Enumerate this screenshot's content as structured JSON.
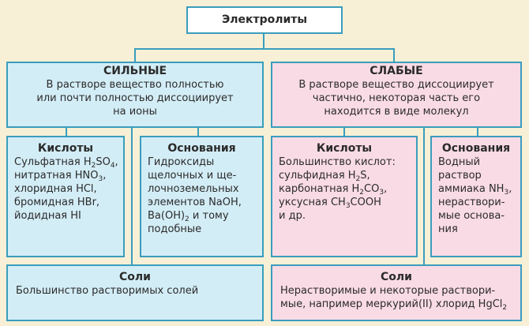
{
  "root": {
    "title": "Электролиты"
  },
  "strong": {
    "title": "СИЛЬНЫЕ",
    "desc": [
      "В растворе вещество полностью",
      "или почти полностью диссоциирует",
      "на ионы"
    ],
    "acids": {
      "title": "Кислоты",
      "lines": [
        [
          [
            "Сульфатная H"
          ],
          [
            "2",
            "sub"
          ],
          [
            "SO"
          ],
          [
            "4",
            "sub"
          ],
          [
            ","
          ]
        ],
        [
          [
            "нитратная HNO"
          ],
          [
            "3",
            "sub"
          ],
          [
            ","
          ]
        ],
        [
          [
            "хлоридная HCl,"
          ]
        ],
        [
          [
            "бромидная HBr,"
          ]
        ],
        [
          [
            "йодидная HI"
          ]
        ]
      ]
    },
    "bases": {
      "title": "Основания",
      "lines": [
        [
          [
            "Гидроксиды"
          ]
        ],
        [
          [
            "щелочных и ще-"
          ]
        ],
        [
          [
            "лочноземельных"
          ]
        ],
        [
          [
            "элементов NaOH,"
          ]
        ],
        [
          [
            "Ba(OH)"
          ],
          [
            "2",
            "sub"
          ],
          [
            " и тому"
          ]
        ],
        [
          [
            "подобные"
          ]
        ]
      ]
    },
    "salts": {
      "title": "Соли",
      "lines": [
        [
          [
            "Большинство растворимых солей"
          ]
        ]
      ]
    }
  },
  "weak": {
    "title": "СЛАБЫЕ",
    "desc": [
      "В растворе вещество диссоциирует",
      "частично, некоторая часть его",
      "находится в виде молекул"
    ],
    "acids": {
      "title": "Кислоты",
      "lines": [
        [
          [
            "Большинство кислот:"
          ]
        ],
        [
          [
            "сульфидная H"
          ],
          [
            "2",
            "sub"
          ],
          [
            "S,"
          ]
        ],
        [
          [
            "карбонатная H"
          ],
          [
            "2",
            "sub"
          ],
          [
            "CO"
          ],
          [
            "3",
            "sub"
          ],
          [
            ","
          ]
        ],
        [
          [
            "уксусная CH"
          ],
          [
            "3",
            "sub"
          ],
          [
            "COOH"
          ]
        ],
        [
          [
            "и др."
          ]
        ]
      ]
    },
    "bases": {
      "title": "Основания",
      "lines": [
        [
          [
            "Водный"
          ]
        ],
        [
          [
            "раствор"
          ]
        ],
        [
          [
            "аммиака NH"
          ],
          [
            "3",
            "sub"
          ],
          [
            ","
          ]
        ],
        [
          [
            "нераствори-"
          ]
        ],
        [
          [
            "мые основа-"
          ]
        ],
        [
          [
            "ния"
          ]
        ]
      ]
    },
    "salts": {
      "title": "Соли",
      "lines": [
        [
          [
            "Нерастворимые и некоторые раствори-"
          ]
        ],
        [
          [
            "мые, например меркурий(II) хлорид HgCl"
          ],
          [
            "2",
            "sub"
          ]
        ]
      ]
    }
  }
}
